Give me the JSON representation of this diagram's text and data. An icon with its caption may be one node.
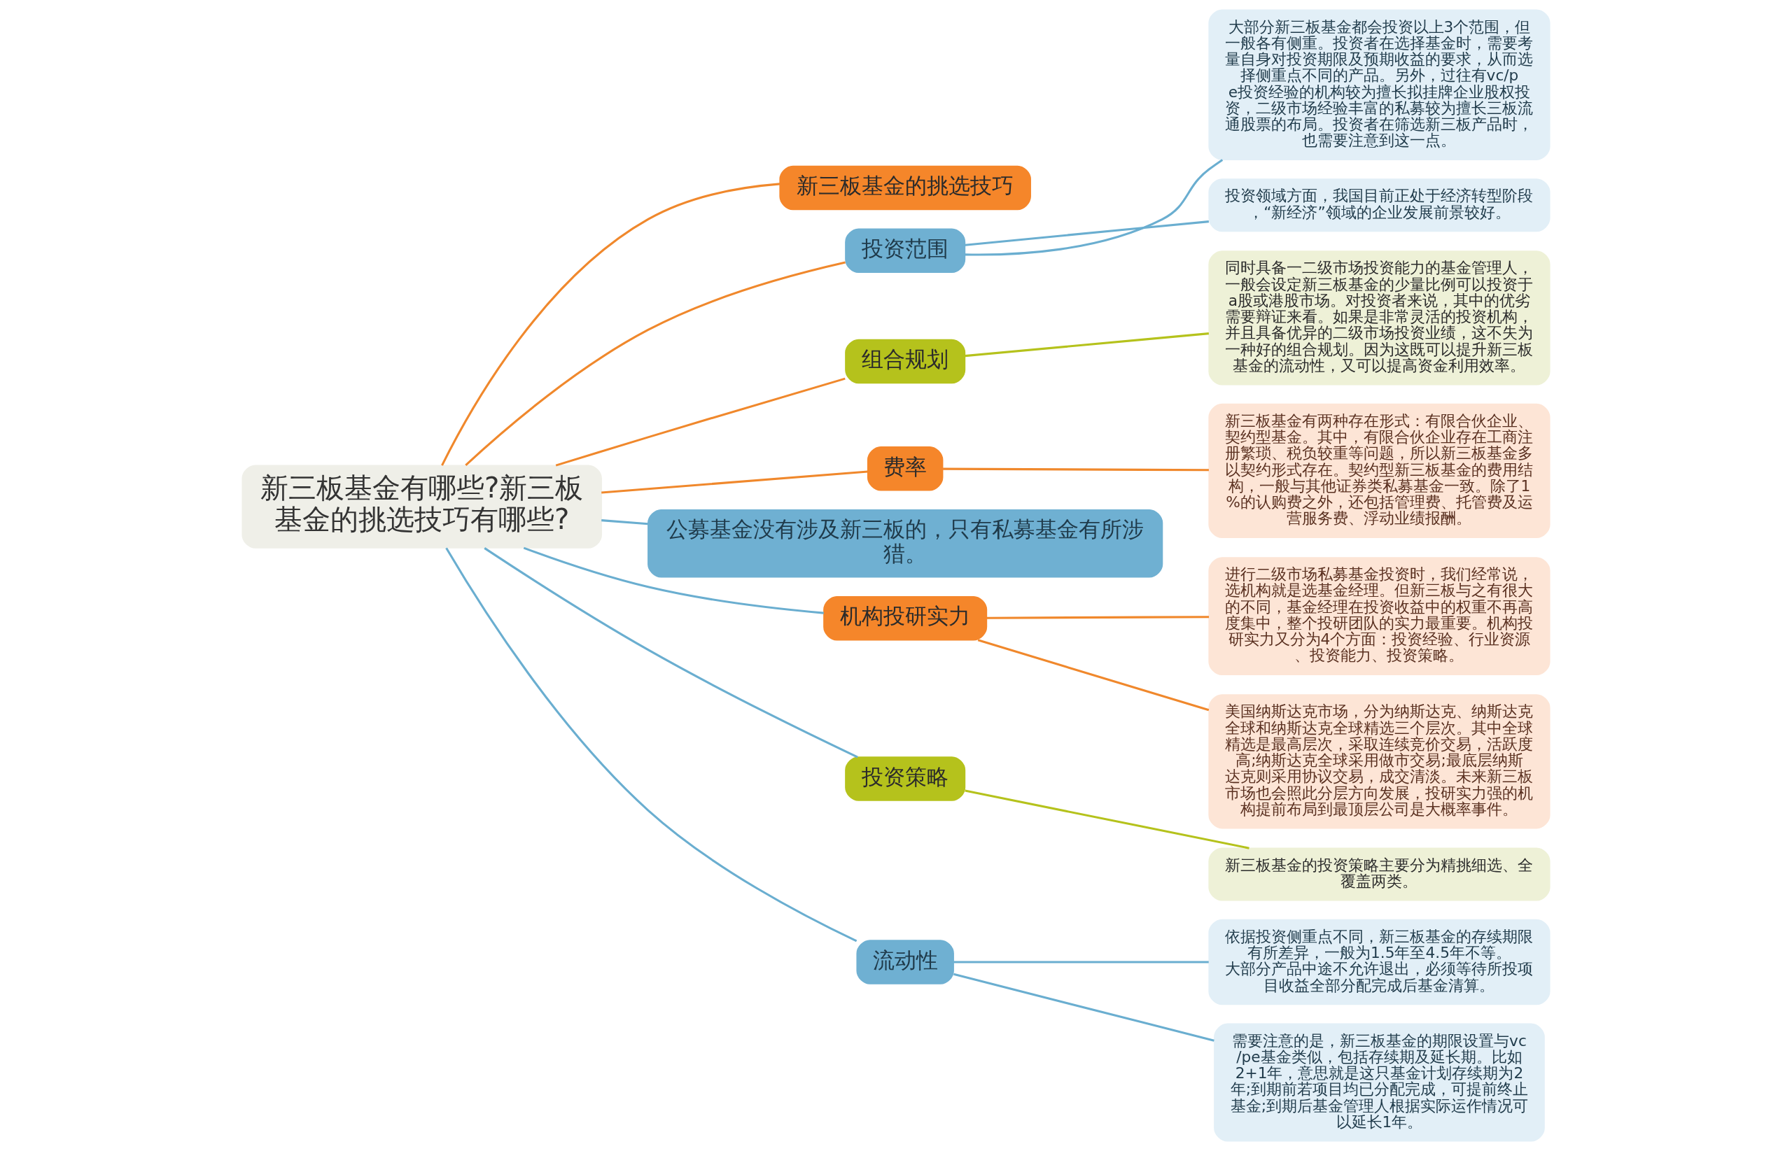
{
  "diagram": {
    "nodes": [
      {
        "text": [
          "新三板基金有哪些?新三板基金的挑选技巧有哪些?"
        ]
      },
      {
        "text": [
          "新三板基金的挑选技巧"
        ]
      },
      {
        "text": [
          "投资范围"
        ]
      },
      {
        "text": [
          "大部分新三板基金都会投资以上3个范围，但一般各有侧重。投资者在选择基金时，需要考量自身对投资期限及预期收益的要求，从而选择侧重点不同的产品。另外，过往有vc/pe投资经验的机构较为擅长拟挂牌企业股权投资，二级市场经验丰富的私募较为擅长三板流通股票的布局。投资者在筛选新三板产品时，也需要注意到这一点。"
        ]
      },
      {
        "text": [
          "投资领域方面，我国目前正处于经济转型阶段，“新经济”领域的企业发展前景较好。"
        ]
      },
      {
        "text": [
          "组合规划"
        ]
      },
      {
        "text": [
          "同时具备一二级市场投资能力的基金管理人，一般会设定新三板基金的少量比例可以投资于a股或港股市场。对投资者来说，其中的优劣需要辩证来看。如果是非常灵活的投资机构，并且具备优异的二级市场投资业绩，这不失为一种好的组合规划。因为这既可以提升新三板基金的流动性，又可以提高资金利用效率。"
        ]
      },
      {
        "text": [
          "费率"
        ]
      },
      {
        "text": [
          "新三板基金有两种存在形式：有限合伙企业、契约型基金。其中，有限合伙企业存在工商注册繁琐、税负较重等问题，所以新三板基金多以契约形式存在。契约型新三板基金的费用结构，一般与其他证券类私募基金一致。除了1%的认购费之外，还包括管理费、托管费及运营服务费、浮动业绩报酬。"
        ]
      },
      {
        "text": [
          "公募基金没有涉及新三板的，只有私募基金有所涉猎。"
        ]
      },
      {
        "text": [
          "机构投研实力"
        ]
      },
      {
        "text": [
          "进行二级市场私募基金投资时，我们经常说，选机构就是选基金经理。但新三板与之有很大的不同，基金经理在投资收益中的权重不再高度集中，整个投研团队的实力最重要。机构投研实力又分为4个方面：投资经验、行业资源、投资能力、投资策略。"
        ]
      },
      {
        "text": [
          "美国纳斯达克市场，分为纳斯达克、纳斯达克全球和纳斯达克全球精选三个层次。其中全球精选是最高层次，采取连续竞价交易，活跃度高;纳斯达克全球采用做市交易;最底层纳斯达克则采用协议交易，成交清淡。未来新三板市场也会照此分层方向发展，投研实力强的机构提前布局到最顶层公司是大概率事件。"
        ]
      },
      {
        "text": [
          "投资策略"
        ]
      },
      {
        "text": [
          "新三板基金的投资策略主要分为精挑细选、全覆盖两类。"
        ]
      },
      {
        "text": [
          "流动性"
        ]
      },
      {
        "text": [
          "依据投资侧重点不同，新三板基金的存续期限有所差异，一般为1.5年至4.5年不等。大部分产品中途不允许退出，必须等待所投项目收益全部分配完成后基金清算。"
        ]
      },
      {
        "text": [
          "需要注意的是，新三板基金的期限设置与vc/pe基金类似，包括存续期及延长期。比如2+1年，意思就是这只基金计划存续期为2年;到期前若项目均已分配完成，可提前终止基金;到期后基金管理人根据实际运作情况可以延长1年。"
        ]
      }
    ],
    "edges": [
      {
        "from": 0,
        "to": 1,
        "arrow": "none",
        "color": "#f0882c"
      },
      {
        "from": 0,
        "to": 2,
        "arrow": "none",
        "color": "#f0882c"
      },
      {
        "from": 2,
        "to": 3,
        "arrow": "none",
        "color": "#6aaed0"
      },
      {
        "from": 2,
        "to": 4,
        "arrow": "none",
        "color": "#6aaed0"
      },
      {
        "from": 0,
        "to": 5,
        "arrow": "none",
        "color": "#f0882c"
      },
      {
        "from": 5,
        "to": 6,
        "arrow": "none",
        "color": "#b5c21c"
      },
      {
        "from": 0,
        "to": 7,
        "arrow": "none",
        "color": "#f0882c"
      },
      {
        "from": 7,
        "to": 8,
        "arrow": "none",
        "color": "#f0882c"
      },
      {
        "from": 0,
        "to": 9,
        "arrow": "none",
        "color": "#6aaed0"
      },
      {
        "from": 0,
        "to": 10,
        "arrow": "none",
        "color": "#6aaed0"
      },
      {
        "from": 10,
        "to": 11,
        "arrow": "none",
        "color": "#f0882c"
      },
      {
        "from": 10,
        "to": 12,
        "arrow": "none",
        "color": "#f0882c"
      },
      {
        "from": 0,
        "to": 13,
        "arrow": "none",
        "color": "#6aaed0"
      },
      {
        "from": 13,
        "to": 14,
        "arrow": "none",
        "color": "#b5c21c"
      },
      {
        "from": 0,
        "to": 15,
        "arrow": "none",
        "color": "#6aaed0"
      },
      {
        "from": 15,
        "to": 16,
        "arrow": "none",
        "color": "#6aaed0"
      },
      {
        "from": 15,
        "to": 17,
        "arrow": "none",
        "color": "#6aaed0"
      }
    ]
  }
}
